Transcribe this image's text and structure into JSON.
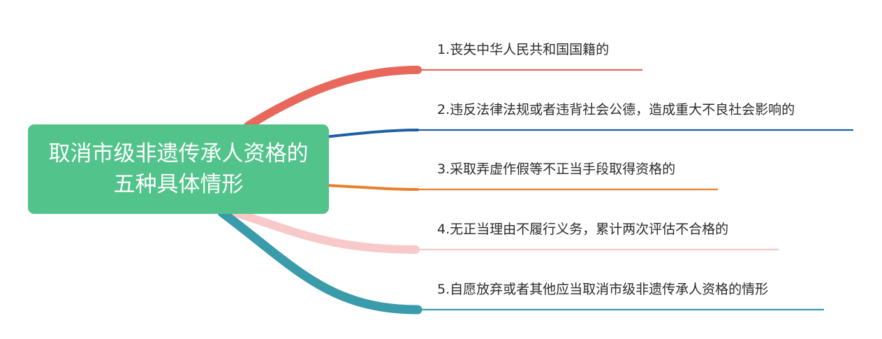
{
  "root": {
    "title": "取消市级非遗传承人资格的\n五种具体情形",
    "color": "#52c38b"
  },
  "branches": [
    {
      "text": "1.丧失中华人民共和国国籍的",
      "color": "#e8695c"
    },
    {
      "text": "2.违反法律法规或者违背社会公德，造成重大不良社会影响的",
      "color": "#1f5fa6"
    },
    {
      "text": "3.采取弄虚作假等不正当手段取得资格的",
      "color": "#ea7e2c"
    },
    {
      "text": "4.无正当理由不履行义务，累计两次评估不合格的",
      "color": "#f8c9c9"
    },
    {
      "text": "5.自愿放弃或者其他应当取消市级非遗传承人资格的情形",
      "color": "#3a9bab"
    }
  ]
}
